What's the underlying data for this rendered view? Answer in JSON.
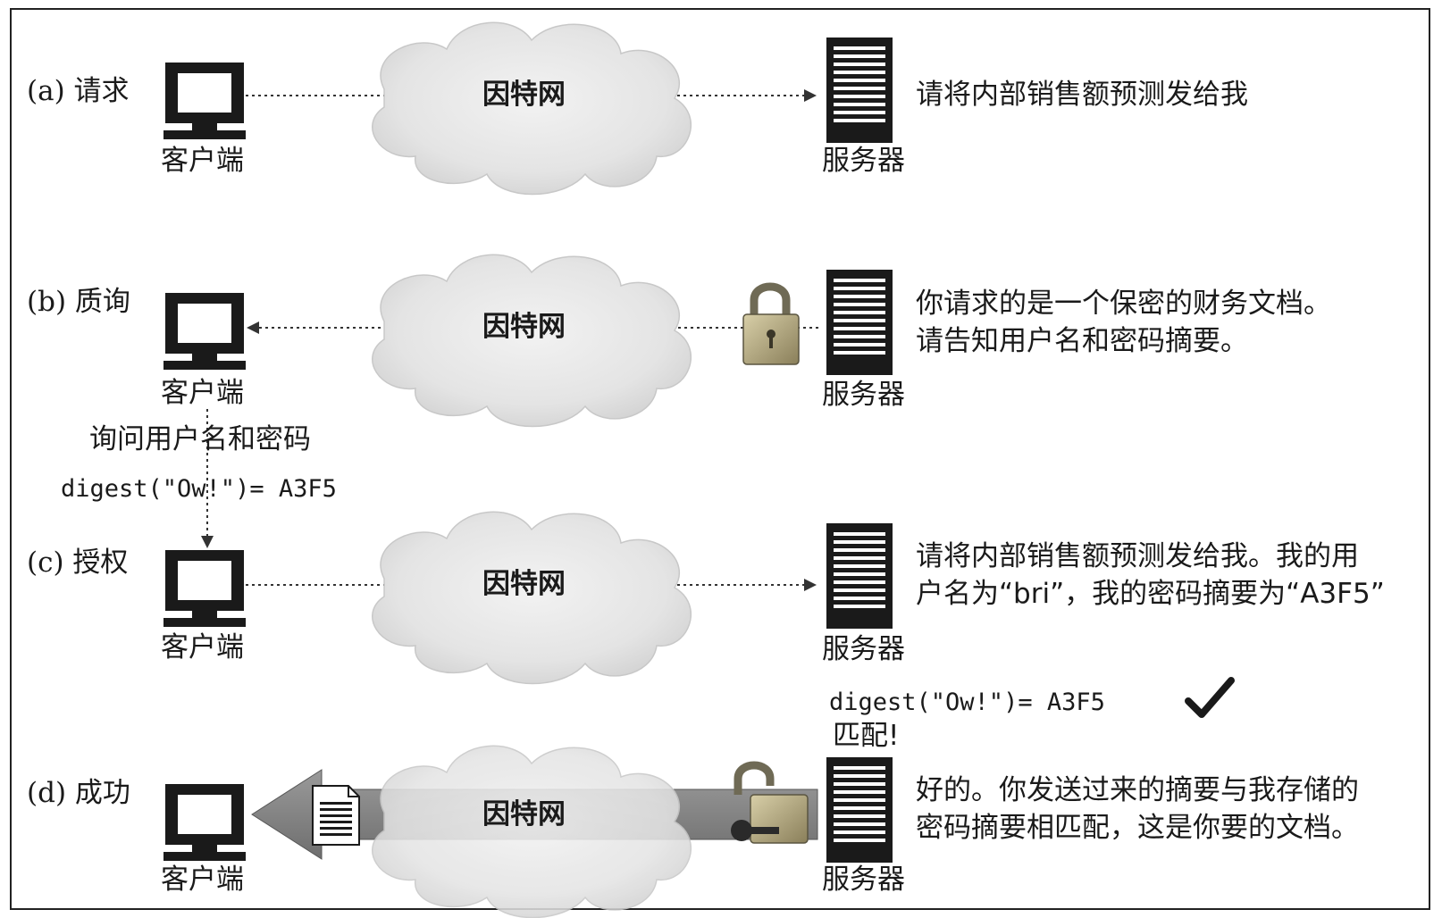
{
  "steps": [
    {
      "label": "(a) 请求",
      "client_label": "客户端",
      "server_label": "服务器",
      "cloud_label": "因特网",
      "message_lines": [
        "请将内部销售额预测发给我"
      ]
    },
    {
      "label": "(b) 质询",
      "client_label": "客户端",
      "server_label": "服务器",
      "cloud_label": "因特网",
      "message_lines": [
        "你请求的是一个保密的财务文档。",
        "请告知用户名和密码摘要。"
      ]
    },
    {
      "label": "(c) 授权",
      "client_label": "客户端",
      "server_label": "服务器",
      "cloud_label": "因特网",
      "message_lines": [
        "请将内部销售额预测发给我。我的用",
        "户名为“bri”，我的密码摘要为“A3F5”"
      ]
    },
    {
      "label": "(d) 成功",
      "client_label": "客户端",
      "server_label": "服务器",
      "cloud_label": "因特网",
      "message_lines": [
        "好的。你发送过来的摘要与我存储的",
        "密码摘要相匹配，这是你要的文档。"
      ]
    }
  ],
  "client_prompt": "询问用户名和密码",
  "client_digest": "digest(\"Ow!\")= A3F5",
  "server_digest": "digest(\"Ow!\")= A3F5",
  "server_match": "匹配!",
  "icons": {
    "client": "computer-icon",
    "server": "server-icon",
    "cloud": "cloud-icon",
    "lock_closed": "padlock-closed-icon",
    "lock_open": "padlock-open-icon",
    "document": "document-icon",
    "check": "checkmark-icon"
  }
}
